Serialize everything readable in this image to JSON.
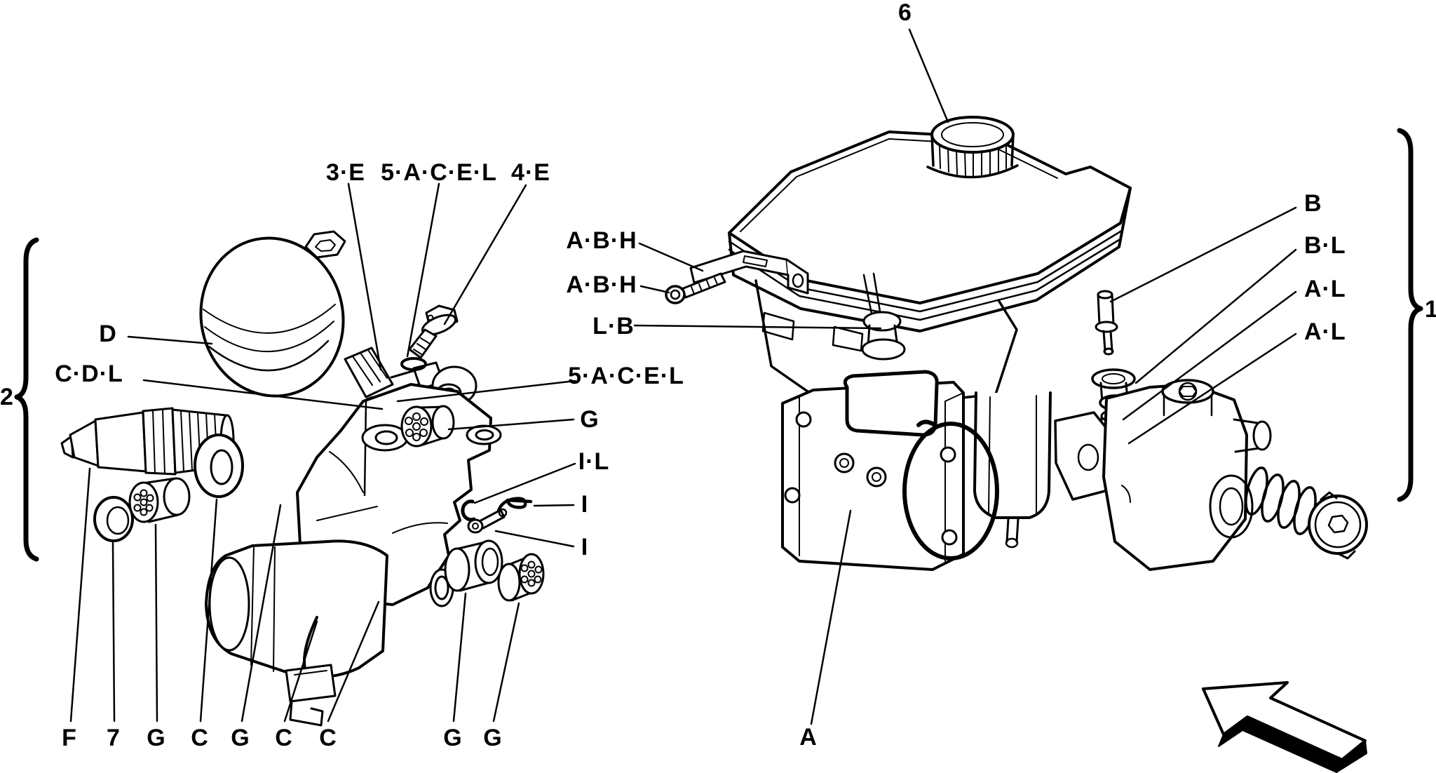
{
  "figure": {
    "kind": "exploded parts diagram",
    "subject": "Hydraulic brake system with accumulator sphere, pump unit, fluid reservoir and ABS/master-cylinder assembly"
  },
  "colors": {
    "line": "#000000",
    "background": "#ffffff"
  },
  "icons": {
    "direction-arrow": "outline arrow pointing up-left"
  },
  "groups": {
    "right_assembly_ref": "1",
    "left_assembly_ref": "2"
  },
  "callouts": [
    {
      "text": "6"
    },
    {
      "text": "3·E"
    },
    {
      "text": "5·A·C·E·L"
    },
    {
      "text": "4·E"
    },
    {
      "text": "A·B·H"
    },
    {
      "text": "A·B·H"
    },
    {
      "text": "B"
    },
    {
      "text": "B·L"
    },
    {
      "text": "A·L"
    },
    {
      "text": "A·L"
    },
    {
      "text": "1"
    },
    {
      "text": "L·B"
    },
    {
      "text": "D"
    },
    {
      "text": "C·D·L"
    },
    {
      "text": "2"
    },
    {
      "text": "5·A·C·E·L"
    },
    {
      "text": "G"
    },
    {
      "text": "I·L"
    },
    {
      "text": "I"
    },
    {
      "text": "I"
    },
    {
      "text": "F"
    },
    {
      "text": "7"
    },
    {
      "text": "G"
    },
    {
      "text": "C"
    },
    {
      "text": "G"
    },
    {
      "text": "C"
    },
    {
      "text": "C"
    },
    {
      "text": "G"
    },
    {
      "text": "G"
    },
    {
      "text": "A"
    }
  ]
}
